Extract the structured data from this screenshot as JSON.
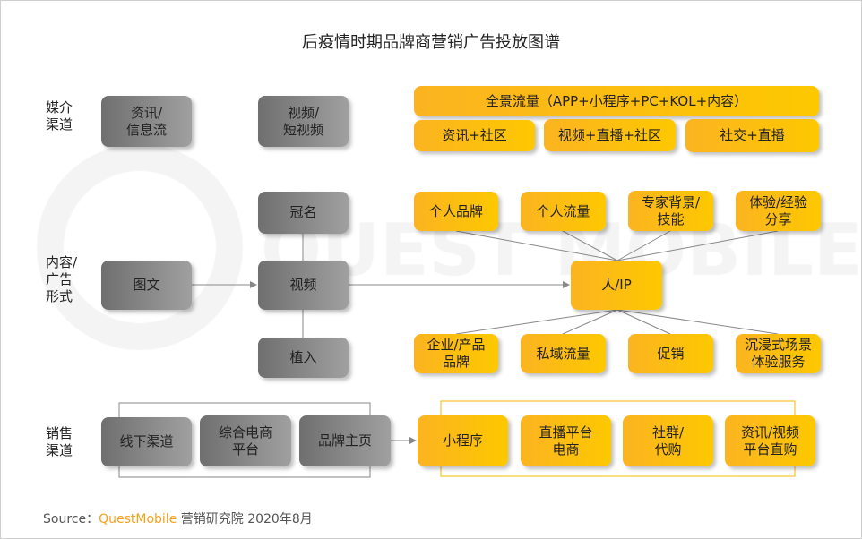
{
  "title": "后疫情时期品牌商营销广告投放图谱",
  "watermark": "QUESTMOBILE",
  "rows": {
    "media": "媒介\n渠道",
    "content": "内容/\n广告\n形式",
    "sales": "销售\n渠道"
  },
  "media": {
    "gray": [
      "资讯/\n信息流",
      "视频/\n短视频"
    ],
    "panorama": "全景流量（APP+小程序+PC+KOL+内容）",
    "sub": [
      "资讯+社区",
      "视频+直播+社区",
      "社交+直播"
    ]
  },
  "content": {
    "gray": {
      "naming": "冠名",
      "text": "图文",
      "video": "视频",
      "placement": "植入"
    },
    "center": "人/IP",
    "top": [
      "个人品牌",
      "个人流量",
      "专家背景/\n技能",
      "体验/经验\n分享"
    ],
    "bottom": [
      "企业/产品\n品牌",
      "私域流量",
      "促销",
      "沉浸式场景\n体验服务"
    ]
  },
  "sales": {
    "gray": [
      "线下渠道",
      "综合电商\n平台",
      "品牌主页"
    ],
    "yellow": [
      "小程序",
      "直播平台\n电商",
      "社群/\n代购",
      "资讯/视频\n平台直购"
    ]
  },
  "source": {
    "prefix": "Source：",
    "brand": "QuestMobile",
    "suffix": " 营销研究院 2020年8月"
  },
  "colors": {
    "accent": "#fbb421",
    "gray": "#888888"
  }
}
